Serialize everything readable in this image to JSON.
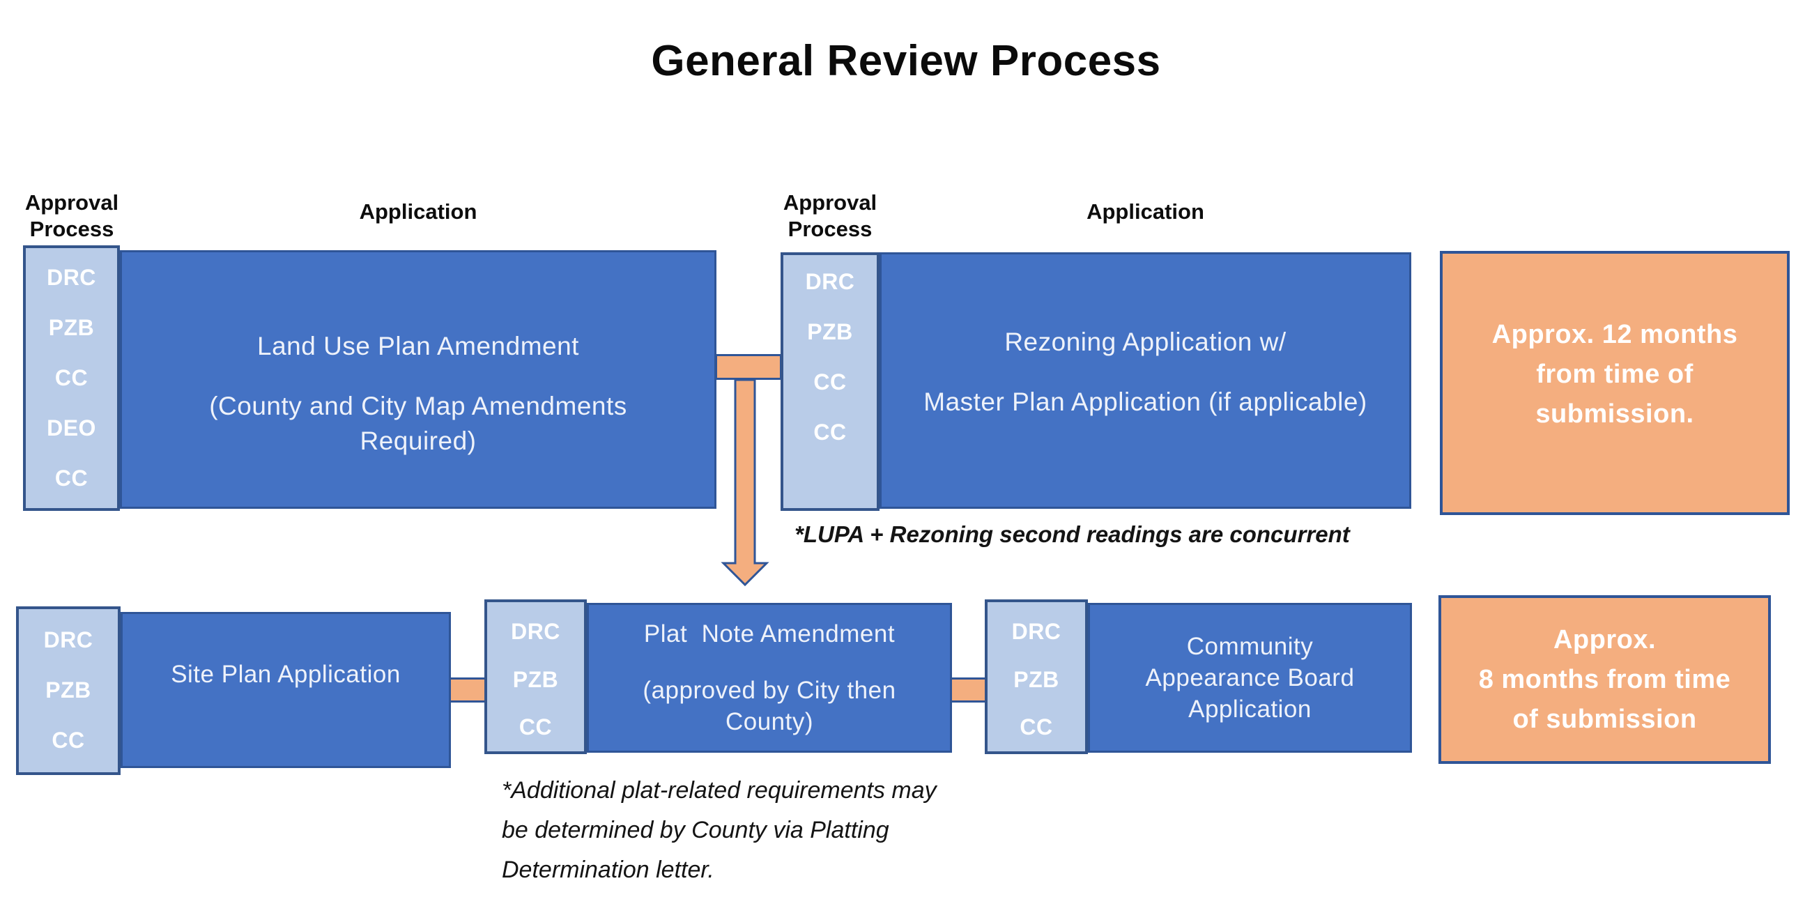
{
  "title": "General Review Process",
  "colors": {
    "box_blue": "#4472c4",
    "box_border": "#2f5597",
    "column_blue": "#b9cce8",
    "column_border": "#34558b",
    "orange": "#f4ae7f",
    "orange_border": "#2f5597"
  },
  "labels": {
    "approval_process": "Approval Process",
    "application": "Application"
  },
  "top_row": {
    "land_use": {
      "steps": [
        "DRC",
        "PZB",
        "CC",
        "DEO",
        "CC"
      ],
      "paragraphs": [
        [
          "Land Use Plan Amendment"
        ],
        [
          "(County and City Map Amendments",
          "Required)"
        ]
      ]
    },
    "rezoning": {
      "steps": [
        "DRC",
        "PZB",
        "CC",
        "CC"
      ],
      "paragraphs": [
        [
          "Rezoning Application w/"
        ],
        [
          "Master Plan Application (if applicable)"
        ]
      ]
    },
    "duration": {
      "lines": [
        "Approx. 12 months",
        "from time of",
        "submission."
      ]
    },
    "concurrent_note": "*LUPA + Rezoning second readings are concurrent"
  },
  "bottom_row": {
    "site_plan": {
      "steps": [
        "DRC",
        "PZB",
        "CC"
      ],
      "paragraphs": [
        [
          "Site Plan Application"
        ]
      ]
    },
    "plat_note": {
      "steps": [
        "DRC",
        "PZB",
        "CC"
      ],
      "paragraphs": [
        [
          "Plat  Note Amendment"
        ],
        [
          "(approved by City then",
          "County)"
        ]
      ]
    },
    "community_appearance": {
      "steps": [
        "DRC",
        "PZB",
        "CC"
      ],
      "paragraphs": [
        [
          "Community",
          "Appearance Board",
          "Application"
        ]
      ]
    },
    "duration": {
      "lines": [
        "Approx.",
        "8 months from time",
        "of submission"
      ]
    },
    "footnote_lines": [
      "*Additional plat-related requirements may",
      "be determined by County via Platting",
      "Determination letter."
    ]
  }
}
